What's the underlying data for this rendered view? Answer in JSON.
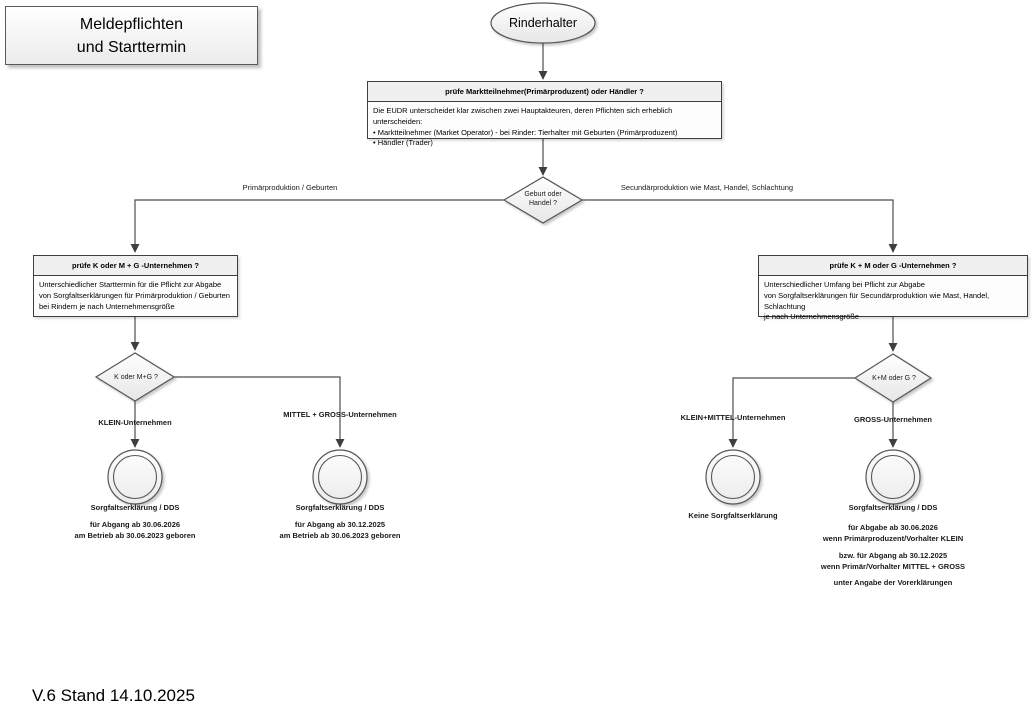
{
  "colors": {
    "line": "#4d4d4d",
    "box_border": "#3f3f3f",
    "header_fill": "#f0f0f0"
  },
  "title_box": {
    "lines": [
      "Meldepflichten",
      "und Starttermin"
    ]
  },
  "start_node": {
    "label": "Rinderhalter"
  },
  "check_box": {
    "header": "prüfe Marktteilnehmer(Primärproduzent) oder Händler ?",
    "body": [
      "Die EUDR unterscheidet klar zwischen zwei Hauptakteuren, deren Pflichten sich erheblich unterscheiden:",
      "• Marktteilnehmer (Market Operator) - bei Rinder: Tierhalter mit Geburten (Primärproduzent)",
      "• Händler (Trader)"
    ]
  },
  "main_gateway": {
    "lines": [
      "Geburt oder",
      "Handel ?"
    ]
  },
  "branch_labels": {
    "left": "Primärproduktion / Geburten",
    "right": "Secundärproduktion wie Mast, Handel, Schlachtung"
  },
  "left_branch": {
    "box": {
      "header": "prüfe K oder M + G -Unternehmen ?",
      "body": [
        "Unterschiedlicher Starttermin für die Pflicht zur Abgabe",
        "von Sorgfaltserklärungen für Primärproduktion / Geburten",
        "bei Rindern je nach Unternehmensgröße"
      ]
    },
    "gateway": "K oder M+G ?",
    "outcomes": [
      {
        "label": "KLEIN-Unternehmen",
        "result": "Sorgfaltserklärung / DDS",
        "details": [
          "für Abgang ab 30.06.2026",
          "am Betrieb ab 30.06.2023 geboren"
        ]
      },
      {
        "label": "MITTEL + GROSS-Unternehmen",
        "result": "Sorgfaltserklärung / DDS",
        "details": [
          "für Abgang ab 30.12.2025",
          "am Betrieb ab 30.06.2023 geboren"
        ]
      }
    ]
  },
  "right_branch": {
    "box": {
      "header": "prüfe K + M oder G -Unternehmen ?",
      "body": [
        "Unterschiedlicher Umfang bei Pflicht zur Abgabe",
        "von Sorgfaltserklärungen für Secundärproduktion wie Mast, Handel, Schlachtung",
        "je nach Unternehmensgröße"
      ]
    },
    "gateway": "K+M oder G ?",
    "outcomes": [
      {
        "label": "KLEIN+MITTEL-Unternehmen",
        "result": "Keine Sorgfaltserklärung"
      },
      {
        "label": "GROSS-Unternehmen",
        "result": "Sorgfaltserklärung / DDS",
        "details1": [
          "für Abgabe ab 30.06.2026",
          "wenn Primärproduzent/Vorhalter KLEIN"
        ],
        "details2": [
          "bzw. für Abgang ab 30.12.2025",
          "wenn Primär/Vorhalter MITTEL + GROSS"
        ],
        "details3": [
          "unter Angabe der Vorerklärungen"
        ]
      }
    ]
  },
  "footer": {
    "version": "V.6 Stand 14.10.2025"
  }
}
